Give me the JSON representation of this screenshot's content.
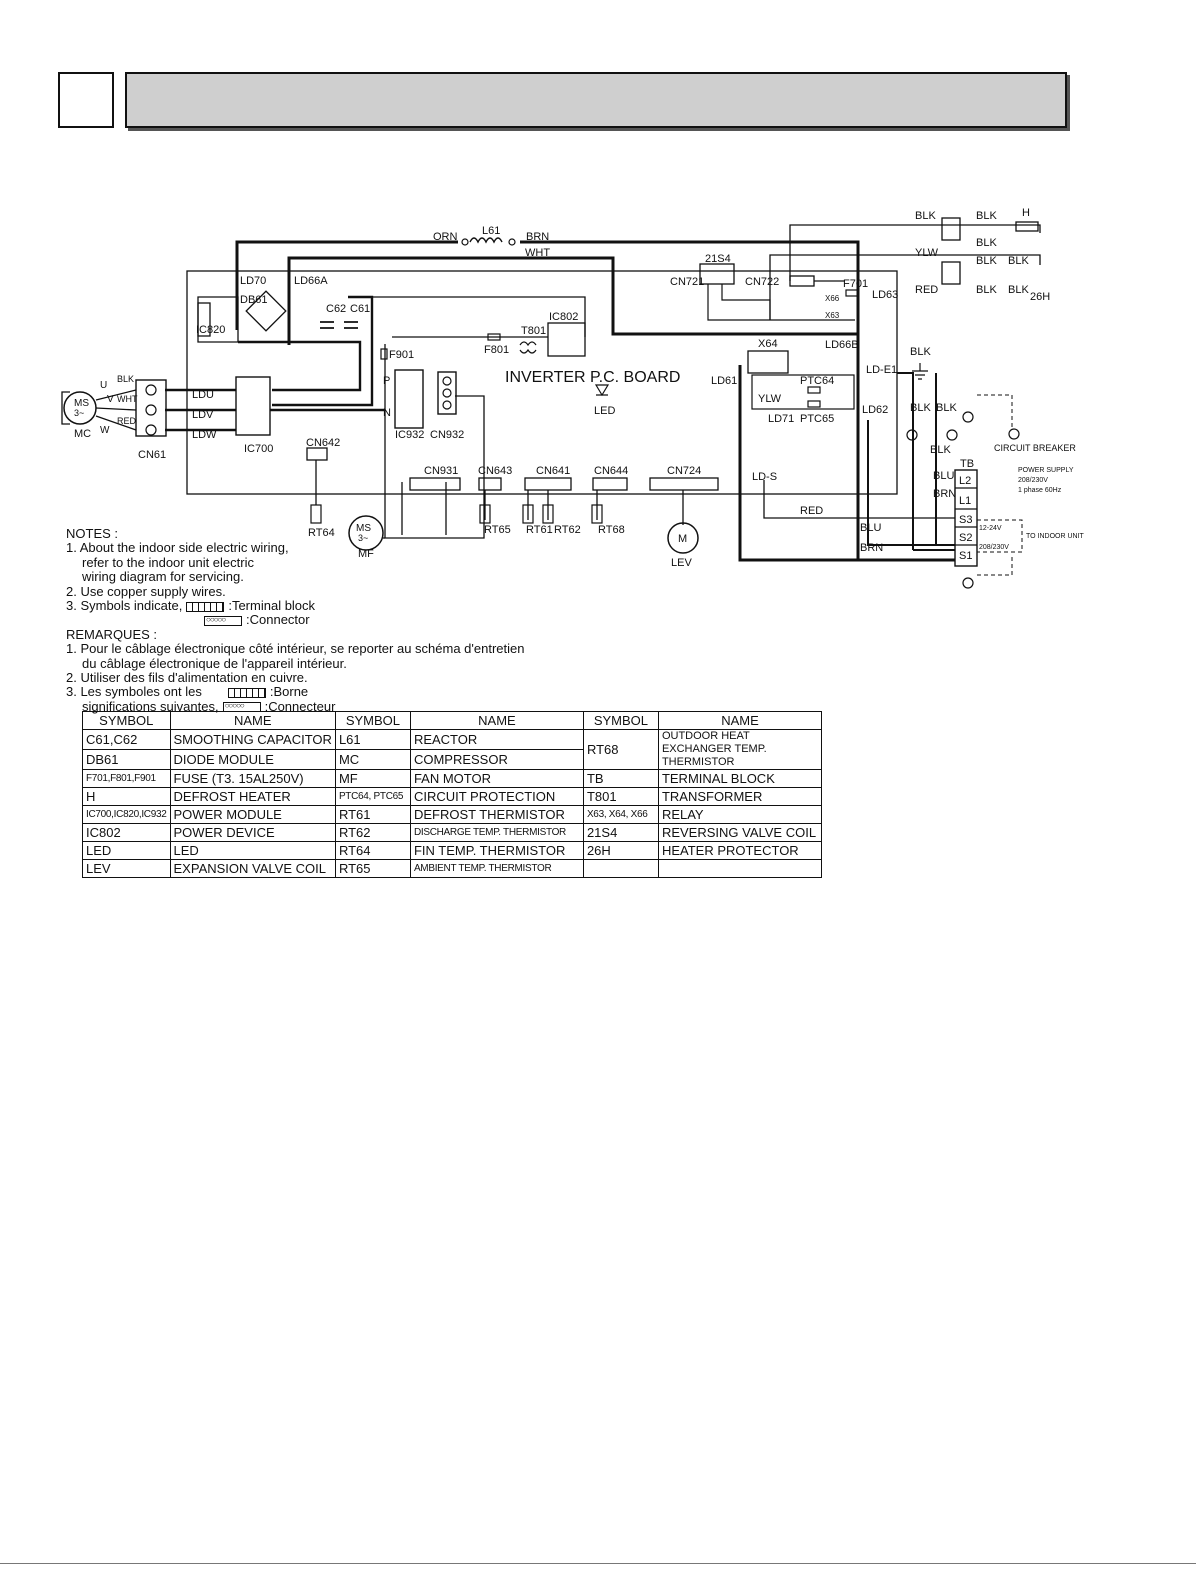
{
  "header": {
    "number": "",
    "title": ""
  },
  "board_title": "INVERTER P.C.  BOARD",
  "wires": {
    "orn": "ORN",
    "brn": "BRN",
    "wht": "WHT",
    "blk": "BLK",
    "ylw": "YLW",
    "red": "RED",
    "blu": "BLU"
  },
  "components": {
    "l61": "L61",
    "s21s4": "21S4",
    "ld70": "LD70",
    "ld66a": "LD66A",
    "db61": "DB61",
    "c62": "C62",
    "c61": "C61",
    "ic820": "IC820",
    "ic802": "IC802",
    "t801": "T801",
    "f801": "F801",
    "f901": "F901",
    "cn721": "CN721",
    "cn722": "CN722",
    "f701": "F701",
    "ld63": "LD63",
    "x66": "X66",
    "x63": "X63",
    "ld66b": "LD66B",
    "x64": "X64",
    "ld61": "LD61",
    "ld_e1": "LD-E1",
    "ptc64": "PTC64",
    "ptc65": "PTC65",
    "ld71": "LD71",
    "ld62": "LD62",
    "ic700": "IC700",
    "ldu": "LDU",
    "ldv": "LDV",
    "ldw": "LDW",
    "ic932": "IC932",
    "cn932": "CN932",
    "cn61": "CN61",
    "mc": "MC",
    "ms": "MS",
    "ms_phase": "3~",
    "led": "LED",
    "cn642": "CN642",
    "rt64": "RT64",
    "cn931": "CN931",
    "cn643": "CN643",
    "cn641": "CN641",
    "cn644": "CN644",
    "cn724": "CN724",
    "rt65": "RT65",
    "rt61": "RT61",
    "rt62": "RT62",
    "rt68": "RT68",
    "mf": "MF",
    "lev": "LEV",
    "m": "M",
    "ld_s": "LD-S",
    "h": "H",
    "h26": "26H",
    "tb": "TB",
    "l1": "L1",
    "l2": "L2",
    "s1": "S1",
    "s2": "S2",
    "s3": "S3",
    "circuit_breaker": "CIRCUIT BREAKER",
    "power_supply": "POWER SUPPLY",
    "voltage": "208/230V",
    "phase": "1 phase 60Hz",
    "v_low": "12-24V",
    "v_high": "208/230V",
    "to_indoor": "TO INDOOR UNIT",
    "p": "P",
    "n": "N",
    "u": "U",
    "v": "V",
    "w": "W"
  },
  "notes": {
    "heading": "NOTES :",
    "n1a": "1. About the indoor side electric wiring,",
    "n1b": "refer to the indoor unit electric",
    "n1c": "wiring diagram for servicing.",
    "n2": "2. Use copper supply wires.",
    "n3a": "3. Symbols indicate,",
    "n3tb": ":Terminal block",
    "n3cn": ":Connector",
    "fr_heading": "REMARQUES :",
    "fr1a": "1. Pour le câblage électronique côté intérieur, se reporter au schéma d'entretien",
    "fr1b": "du câblage électronique de l'appareil intérieur.",
    "fr2": "2. Utiliser des fils d'alimentation en cuivre.",
    "fr3a": "3. Les symboles ont les",
    "fr3tb": ":Borne",
    "fr3b": "significations suivantes,",
    "fr3cn": ":Connecteur"
  },
  "legend": {
    "headers": [
      "SYMBOL",
      "NAME",
      "SYMBOL",
      "NAME",
      "SYMBOL",
      "NAME"
    ],
    "rows": [
      [
        "C61,C62",
        "SMOOTHING CAPACITOR",
        "L61",
        "REACTOR",
        "RT68",
        "OUTDOOR HEAT EXCHANGER TEMP. THERMISTOR"
      ],
      [
        "DB61",
        "DIODE MODULE",
        "MC",
        "COMPRESSOR",
        "",
        ""
      ],
      [
        "F701,F801,F901",
        "FUSE (T3. 15AL250V)",
        "MF",
        "FAN MOTOR",
        "TB",
        "TERMINAL BLOCK"
      ],
      [
        "H",
        "DEFROST HEATER",
        "PTC64, PTC65",
        "CIRCUIT PROTECTION",
        "T801",
        "TRANSFORMER"
      ],
      [
        "IC700,IC820,IC932",
        "POWER MODULE",
        "RT61",
        "DEFROST THERMISTOR",
        "X63, X64, X66",
        "RELAY"
      ],
      [
        "IC802",
        "POWER DEVICE",
        "RT62",
        "DISCHARGE TEMP. THERMISTOR",
        "21S4",
        "REVERSING VALVE COIL"
      ],
      [
        "LED",
        "LED",
        "RT64",
        "FIN TEMP. THERMISTOR",
        "26H",
        "HEATER PROTECTOR"
      ],
      [
        "LEV",
        "EXPANSION VALVE COIL",
        "RT65",
        "AMBIENT TEMP. THERMISTOR",
        "",
        ""
      ]
    ]
  }
}
